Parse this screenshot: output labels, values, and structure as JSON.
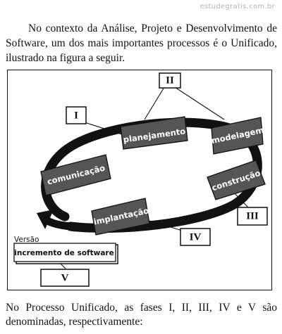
{
  "watermark": "estudegratis.com.br",
  "intro_text": "No contexto da Análise, Projeto e Desenvolvimento de Software, um dos mais importantes processos é o Unificado, ilustrado na figura a seguir.",
  "figure": {
    "phases": {
      "planejamento": "planejamento",
      "modelagem": "modelagem",
      "construcao": "construção",
      "implantacao": "implantação",
      "comunicacao": "comunicação"
    },
    "roman_labels": {
      "i": "I",
      "ii": "II",
      "iii": "III",
      "iv": "IV",
      "v": "V"
    },
    "versao_label": "Versão",
    "increment_label": "incremento de software"
  },
  "question_text": "No Processo Unificado, as fases I, II, III, IV e V são denominadas, respectivamente:"
}
